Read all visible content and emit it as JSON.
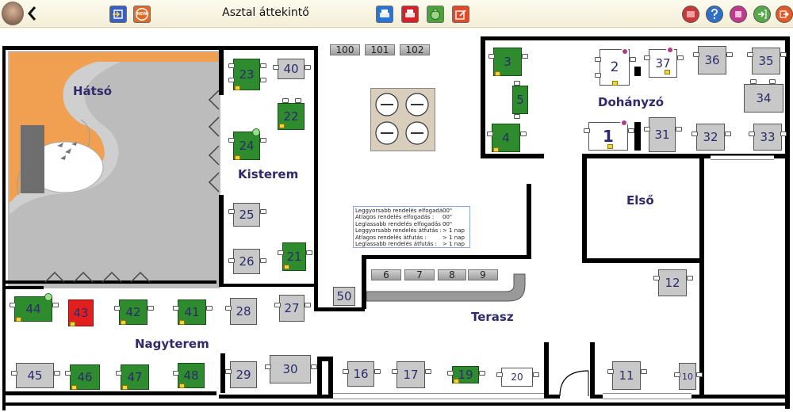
{
  "header": {
    "title": "Asztal áttekintő",
    "back_icon": "chevron-left-icon"
  },
  "toolbar_left": [
    {
      "name": "exit-to-box-button",
      "icon": "box-arrow-icon",
      "color": "#3a5fc4"
    },
    {
      "name": "new-order-button",
      "icon": "new-badge-icon",
      "color": "#e06a2a",
      "label": "NEW"
    }
  ],
  "toolbar_center": [
    {
      "name": "print-bill-button",
      "icon": "printer-icon",
      "color": "#2a74d6"
    },
    {
      "name": "print-receipt-button",
      "icon": "receipt-printer-icon",
      "color": "#d4222a"
    },
    {
      "name": "payment-button",
      "icon": "money-bag-icon",
      "color": "#4aa33b"
    },
    {
      "name": "edit-button",
      "icon": "pen-box-icon",
      "color": "#e24a2a"
    }
  ],
  "toolbar_right": [
    {
      "name": "report-button",
      "icon": "list-icon",
      "color": "#c83a3a"
    },
    {
      "name": "help-button",
      "icon": "question-icon",
      "color": "#2f6fc8"
    },
    {
      "name": "user-button",
      "icon": "person-icon",
      "color": "#c0398b"
    },
    {
      "name": "login-button",
      "icon": "login-arrow-icon",
      "color": "#56a849"
    },
    {
      "name": "logout-button",
      "icon": "logout-arrow-icon",
      "color": "#e25a2a"
    }
  ],
  "rooms": {
    "hatso": "Hátsó",
    "kisterem": "Kisterem",
    "dohanyzo": "Dohányzó",
    "elso": "Első",
    "nagyterem": "Nagyterem",
    "terasz": "Terasz"
  },
  "racks": {
    "r100": "100",
    "r101": "101",
    "r102": "102",
    "r6": "6",
    "r7": "7",
    "r8": "8",
    "r9": "9"
  },
  "info_panel": {
    "rows": [
      {
        "label": "Leggyorsabb rendelés elfogadás :",
        "value": "00\""
      },
      {
        "label": "Átlagos rendelés elfogadás :",
        "value": "00\""
      },
      {
        "label": "Leglassabb rendelés elfogadás :",
        "value": "00\""
      },
      {
        "label": "Leggyorsabb rendelés átfutás :",
        "value": "> 1 nap"
      },
      {
        "label": "Átlagos rendelés átfutás :",
        "value": "> 1 nap"
      },
      {
        "label": "Leglassabb rendelés átfutás :",
        "value": "> 1 nap"
      }
    ]
  },
  "tables": {
    "t1": "1",
    "t2": "2",
    "t3": "3",
    "t4": "4",
    "t5": "5",
    "t10": "10",
    "t11": "11",
    "t12": "12",
    "t16": "16",
    "t17": "17",
    "t19": "19",
    "t20": "20",
    "t21": "21",
    "t22": "22",
    "t23": "23",
    "t24": "24",
    "t25": "25",
    "t26": "26",
    "t27": "27",
    "t28": "28",
    "t29": "29",
    "t30": "30",
    "t31": "31",
    "t32": "32",
    "t33": "33",
    "t34": "34",
    "t35": "35",
    "t36": "36",
    "t37": "37",
    "t40": "40",
    "t41": "41",
    "t42": "42",
    "t43": "43",
    "t44": "44",
    "t45": "45",
    "t46": "46",
    "t47": "47",
    "t48": "48",
    "t50": "50"
  },
  "status_colors": {
    "free": "#c8c8c8",
    "occupied": "#2e8b2e",
    "alert": "#e21f1f",
    "reserved": "#ffffff"
  }
}
